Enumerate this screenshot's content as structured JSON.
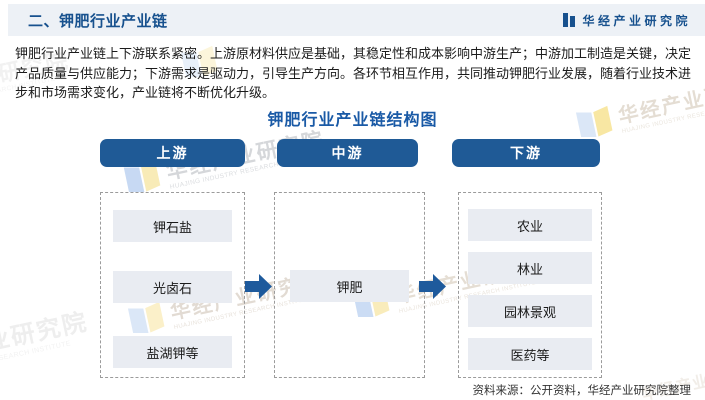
{
  "header": {
    "title": "二、钾肥行业产业链",
    "logo_text": "华经产业研究院"
  },
  "intro": "钾肥行业产业链上下游联系紧密。上游原材料供应是基础，其稳定性和成本影响中游生产；中游加工制造是关键，决定产品质量与供应能力；下游需求是驱动力，引导生产方向。各环节相互作用，共同推动钾肥行业发展，随着行业技术进步和市场需求变化，产业链将不断优化升级。",
  "diagram": {
    "title": "钾肥行业产业链结构图",
    "columns": [
      {
        "header": "上游",
        "items": [
          "钾石盐",
          "光卤石",
          "盐湖钾等"
        ]
      },
      {
        "header": "中游",
        "items": [
          "钾肥"
        ]
      },
      {
        "header": "下游",
        "items": [
          "农业",
          "林业",
          "园林景观",
          "医药等"
        ]
      }
    ]
  },
  "watermark": {
    "text": "华经产业研究院",
    "subtext": "HUAJING INDUSTRY RESEARCH INSTITUTE"
  },
  "source_note": "资料来源：公开资料，华经产业研究院整理",
  "colors": {
    "accent_blue": "#1f5a96",
    "header_bar_bg": "#edf1f6",
    "title_blue": "#17518e",
    "diagram_title_blue": "#1a5aa6",
    "node_bg": "#e9ecf2",
    "arrow_blue": "#1e5a9c"
  }
}
